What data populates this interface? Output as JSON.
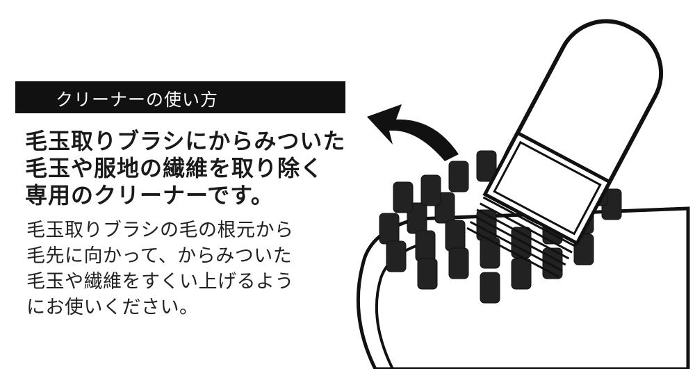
{
  "header": {
    "title": "クリーナーの使い方"
  },
  "lead": {
    "lines": [
      "毛玉取りブラシにからみついた",
      "毛玉や服地の繊維を取り除く",
      "専用のクリーナーです。"
    ]
  },
  "body": {
    "lines": [
      "毛玉取りブラシの毛の根元から",
      "毛先に向かって、からみついた",
      "毛玉や繊維をすくい上げるよう",
      "にお使いください。"
    ]
  }
}
